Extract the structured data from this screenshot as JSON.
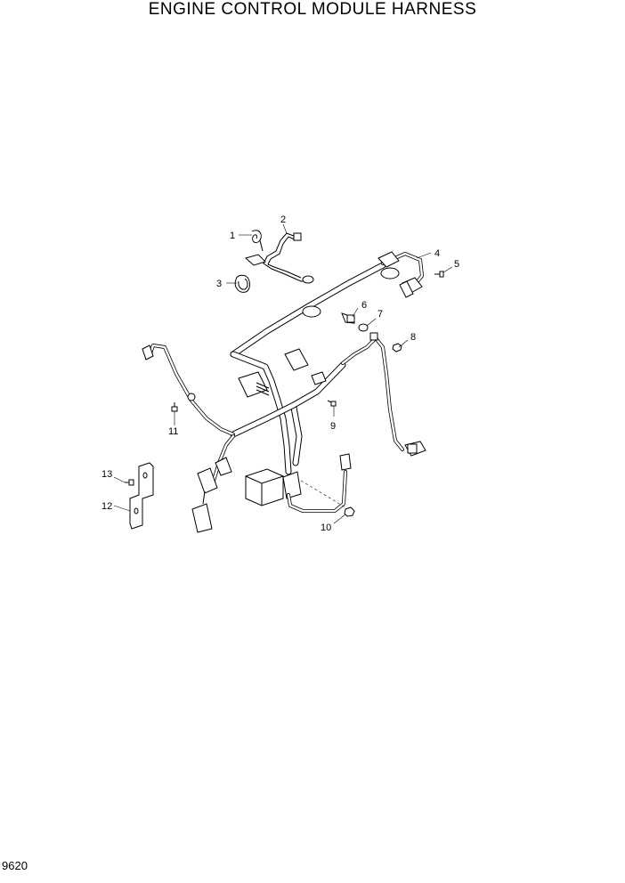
{
  "title": "ENGINE CONTROL MODULE HARNESS",
  "page_number": "9620",
  "callouts": [
    {
      "id": "c1",
      "label": "1"
    },
    {
      "id": "c2",
      "label": "2"
    },
    {
      "id": "c3",
      "label": "3"
    },
    {
      "id": "c4",
      "label": "4"
    },
    {
      "id": "c5",
      "label": "5"
    },
    {
      "id": "c6",
      "label": "6"
    },
    {
      "id": "c7",
      "label": "7"
    },
    {
      "id": "c8",
      "label": "8"
    },
    {
      "id": "c9",
      "label": "9"
    },
    {
      "id": "c10",
      "label": "10"
    },
    {
      "id": "c11",
      "label": "11"
    },
    {
      "id": "c12",
      "label": "12"
    },
    {
      "id": "c13",
      "label": "13"
    }
  ]
}
